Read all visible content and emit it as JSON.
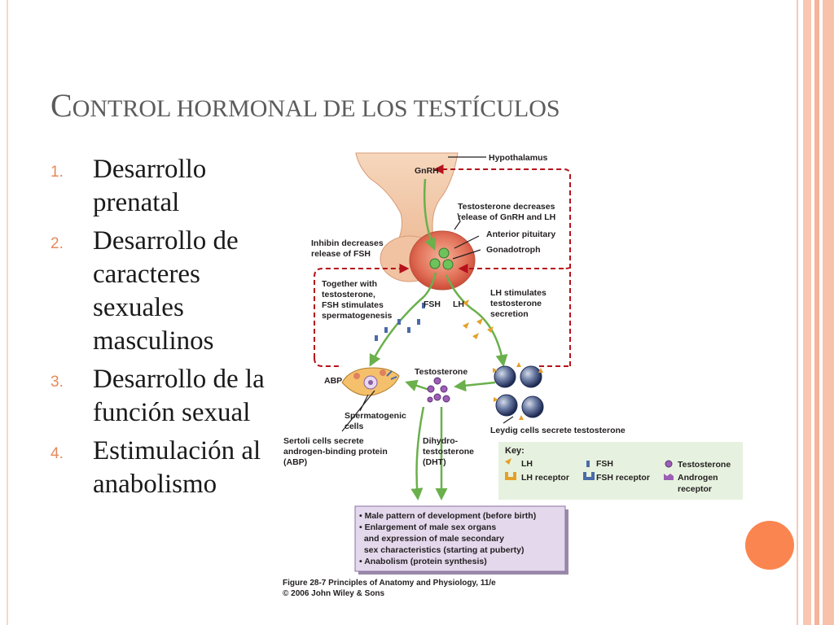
{
  "slide": {
    "title_initial": "C",
    "title_rest": "ONTROL HORMONAL DE LOS TESTÍCULOS",
    "bullets": [
      {
        "num": "1.",
        "text": "Desarrollo prenatal"
      },
      {
        "num": "2.",
        "text": "Desarrollo de caracteres sexuales masculinos"
      },
      {
        "num": "3.",
        "text": "Desarrollo de la función sexual"
      },
      {
        "num": "4.",
        "text": "Estimulación al anabolismo"
      }
    ]
  },
  "diagram": {
    "labels": {
      "hypothalamus": "Hypothalamus",
      "gnrh": "GnRH",
      "testo_decreases_1": "Testosterone decreases",
      "testo_decreases_2": "release of GnRH and LH",
      "anterior_pituitary": "Anterior pituitary",
      "gonadotroph": "Gonadotroph",
      "inhibin_1": "Inhibin decreases",
      "inhibin_2": "release of FSH",
      "together_1": "Together with",
      "together_2": "testosterone,",
      "together_3": "FSH stimulates",
      "together_4": "spermatogenesis",
      "fsh": "FSH",
      "lh": "LH",
      "lh_stim_1": "LH stimulates",
      "lh_stim_2": "testosterone",
      "lh_stim_3": "secretion",
      "abp": "ABP",
      "testosterone": "Testosterone",
      "spermatogenic_1": "Spermatogenic",
      "spermatogenic_2": "cells",
      "leydig": "Leydig cells secrete testosterone",
      "sertoli_1": "Sertoli cells secrete",
      "sertoli_2": "androgen-binding protein",
      "sertoli_3": "(ABP)",
      "dht_1": "Dihydro-",
      "dht_2": "testosterone",
      "dht_3": "(DHT)"
    },
    "key": {
      "title": "Key:",
      "lh": "LH",
      "lh_receptor": "LH receptor",
      "fsh": "FSH",
      "fsh_receptor": "FSH receptor",
      "testosterone": "Testosterone",
      "androgen_1": "Androgen",
      "androgen_2": "receptor"
    },
    "effects": [
      "• Male pattern of development (before birth)",
      "• Enlargement of male sex organs",
      "  and expression of male secondary",
      "  sex characteristics (starting at puberty)",
      "• Anabolism (protein synthesis)"
    ],
    "caption_1": "Figure 28-7  Principles of Anatomy and Physiology, 11/e",
    "caption_2": "© 2006 John Wiley & Sons"
  },
  "colors": {
    "frame": "#f6b49a",
    "accent": "#fb8550",
    "arrow_green": "#6ab04c",
    "dashed_red": "#b5121b",
    "key_bg": "#e6f2df",
    "effects_bg": "#e3d8ec"
  }
}
